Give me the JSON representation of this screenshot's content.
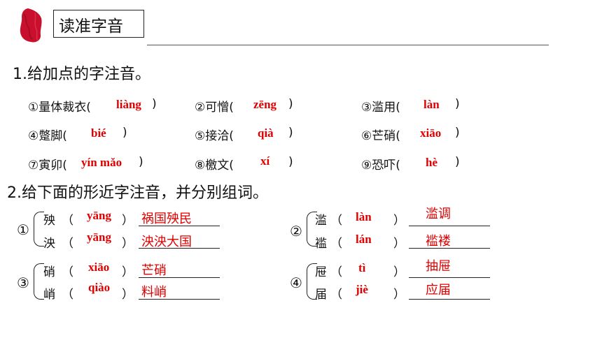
{
  "title": "读准字音",
  "section1": {
    "heading": "1.给加点的字注音。",
    "items": [
      {
        "label": "①量体裁衣(",
        "pinyin": "liàng",
        "close": ")"
      },
      {
        "label": "②可憎(",
        "pinyin": "zēng",
        "close": ")"
      },
      {
        "label": "③滥用(",
        "pinyin": "làn",
        "close": ")"
      },
      {
        "label": "④蹩脚(",
        "pinyin": "bié",
        "close": ")"
      },
      {
        "label": "⑤接洽(",
        "pinyin": "qià",
        "close": ")"
      },
      {
        "label": "⑥芒硝(",
        "pinyin": "xiāo",
        "close": ")"
      },
      {
        "label": "⑦寅卯(",
        "pinyin": "yín mǎo",
        "close": ")"
      },
      {
        "label": "⑧檄文(",
        "pinyin": "xí",
        "close": ")"
      },
      {
        "label": "⑨恐吓(",
        "pinyin": "hè",
        "close": ")"
      }
    ]
  },
  "section2": {
    "heading": "2.给下面的形近字注音，并分别组词。",
    "groups": [
      {
        "num": "①",
        "rows": [
          {
            "char": "殃",
            "pinyin": "yāng",
            "word": "祸国殃民"
          },
          {
            "char": "泱",
            "pinyin": "yāng",
            "word": "泱泱大国"
          }
        ]
      },
      {
        "num": "②",
        "rows": [
          {
            "char": "滥",
            "pinyin": "làn",
            "word": "滥调"
          },
          {
            "char": "褴",
            "pinyin": "lán",
            "word": "褴褛"
          }
        ]
      },
      {
        "num": "③",
        "rows": [
          {
            "char": "硝",
            "pinyin": "xiāo",
            "word": "芒硝"
          },
          {
            "char": "峭",
            "pinyin": "qiào",
            "word": "料峭"
          }
        ]
      },
      {
        "num": "④",
        "rows": [
          {
            "char": "屉",
            "pinyin": "tì",
            "word": "抽屉"
          },
          {
            "char": "届",
            "pinyin": "jiè",
            "word": "应届"
          }
        ]
      }
    ],
    "paren_open": "（",
    "paren_close": "）"
  },
  "colors": {
    "accent": "#e00000",
    "brush": "#c8102e"
  }
}
